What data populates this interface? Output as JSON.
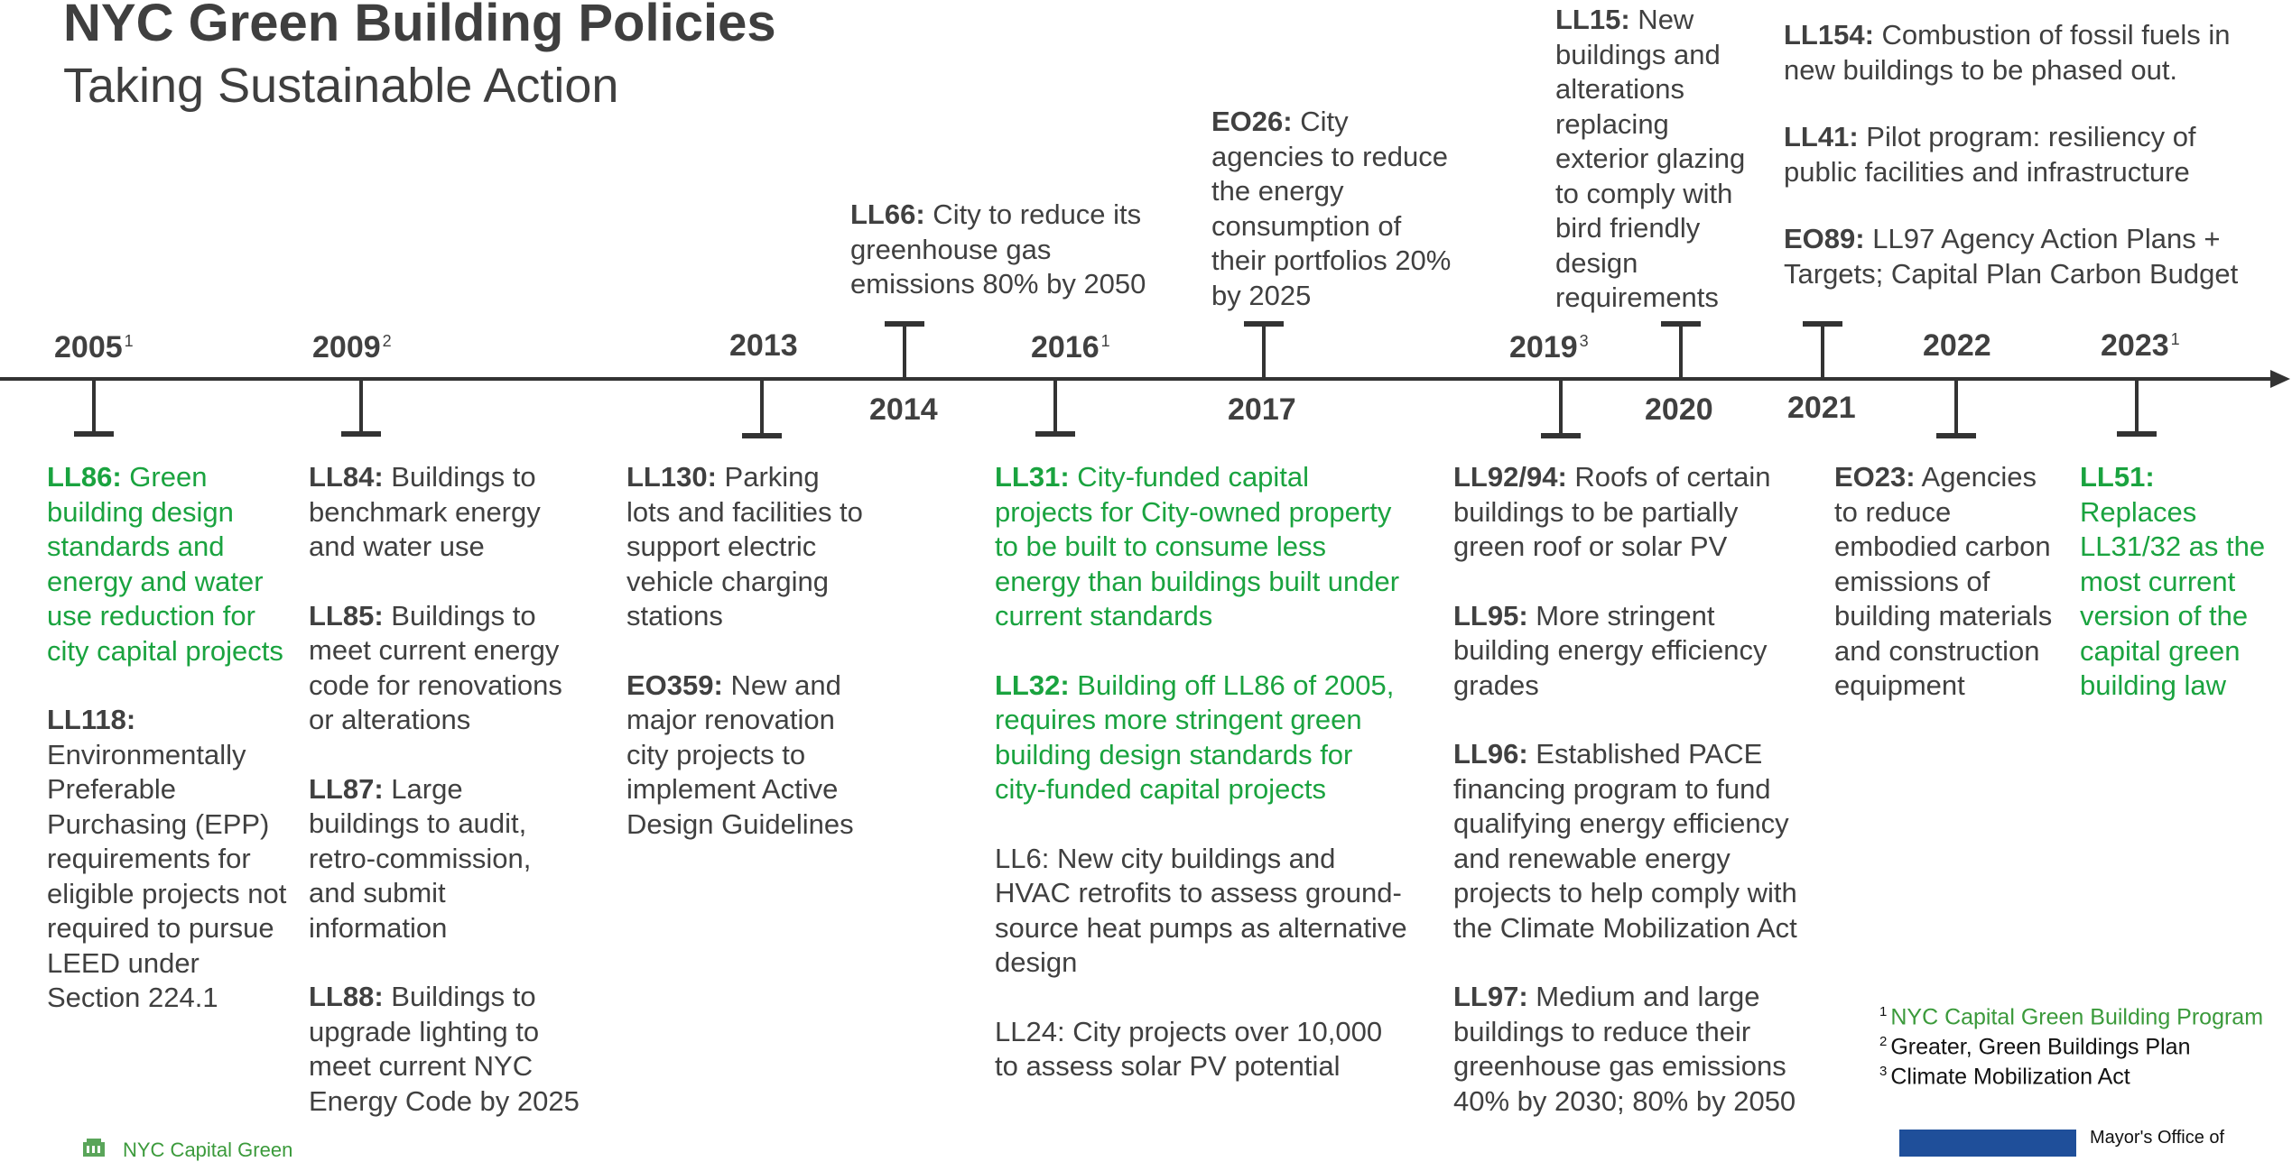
{
  "header": {
    "title": "NYC Green Building Policies",
    "subtitle": "Taking Sustainable Action"
  },
  "timeline": {
    "years": [
      {
        "label": "2005",
        "sup": "1"
      },
      {
        "label": "2009",
        "sup": "2"
      },
      {
        "label": "2013",
        "sup": ""
      },
      {
        "label": "2014",
        "sup": ""
      },
      {
        "label": "2016",
        "sup": "1"
      },
      {
        "label": "2017",
        "sup": ""
      },
      {
        "label": "2019",
        "sup": "3"
      },
      {
        "label": "2020",
        "sup": ""
      },
      {
        "label": "2021",
        "sup": ""
      },
      {
        "label": "2022",
        "sup": ""
      },
      {
        "label": "2023",
        "sup": "1"
      }
    ]
  },
  "notes": {
    "n2005": [
      {
        "code": "LL86:",
        "text": " Green building design standards and energy and water use reduction for city capital projects"
      },
      {
        "code": "LL118:",
        "text": " Environmentally Preferable Purchasing (EPP) requirements for eligible projects not required to pursue LEED under Section 224.1"
      }
    ],
    "n2009": [
      {
        "code": "LL84:",
        "text": " Buildings to benchmark energy and water use"
      },
      {
        "code": "LL85:",
        "text": " Buildings to meet current energy code for renovations or alterations"
      },
      {
        "code": "LL87:",
        "text": " Large buildings to audit, retro-commission, and submit information"
      },
      {
        "code": "LL88:",
        "text": " Buildings to upgrade lighting to meet current NYC Energy Code by 2025"
      }
    ],
    "n2013": [
      {
        "code": "LL130:",
        "text": " Parking lots and facilities to support electric vehicle charging stations"
      },
      {
        "code": "EO359:",
        "text": " New and major renovation city projects to implement Active Design Guidelines"
      }
    ],
    "n2014": [
      {
        "code": "LL66:",
        "text": " City to reduce its greenhouse gas emissions 80% by 2050"
      }
    ],
    "n2016": [
      {
        "code": "LL31:",
        "text": " City-funded capital projects for City-owned property to be built to consume less energy than buildings built under current standards"
      },
      {
        "code": "LL32:",
        "text": " Building off LL86 of 2005, requires more stringent green building design standards for city-funded capital projects"
      },
      {
        "code": "LL6:",
        "text": "  New city buildings and HVAC retrofits to assess ground-source heat pumps as alternative design"
      },
      {
        "code": "LL24:",
        "text": " City projects over 10,000 to assess solar PV potential"
      }
    ],
    "n2017": [
      {
        "code": "EO26:",
        "text": " City agencies to reduce the energy consumption of their portfolios 20% by 2025"
      }
    ],
    "n2019": [
      {
        "code": "LL92/94:",
        "text": " Roofs of certain buildings to be partially green roof or solar PV"
      },
      {
        "code": "LL95:",
        "text": " More stringent building energy efficiency grades"
      },
      {
        "code": "LL96:",
        "text": " Established PACE financing program to fund qualifying energy efficiency and renewable energy projects to help comply with the Climate Mobilization Act"
      },
      {
        "code": "LL97:",
        "text": " Medium and large buildings to reduce their greenhouse gas emissions 40% by 2030; 80% by 2050"
      }
    ],
    "n2020": [
      {
        "code": "LL15:",
        "text": "  New buildings and alterations replacing exterior glazing to comply with bird friendly design requirements"
      }
    ],
    "n2021": [
      {
        "code": "LL154:",
        "text": " Combustion of fossil fuels in new buildings to be phased out."
      },
      {
        "code": "LL41:",
        "text": " Pilot program: resiliency of public facilities and infrastructure"
      },
      {
        "code": "EO89:",
        "text": " LL97 Agency Action Plans + Targets; Capital Plan Carbon Budget"
      }
    ],
    "n2022": [
      {
        "code": "EO23:",
        "text": " Agencies to reduce embodied carbon emissions of building materials and construction equipment"
      }
    ],
    "n2023": [
      {
        "code": "LL51:",
        "text": " Replaces LL31/32 as the most current version of the capital green building law"
      }
    ]
  },
  "footnotes": [
    {
      "num": "1",
      "text": "NYC Capital Green Building Program"
    },
    {
      "num": "2",
      "text": "Greater, Green Buildings Plan"
    },
    {
      "num": "3",
      "text": "Climate Mobilization Act"
    }
  ],
  "footer": {
    "logo_text": "Mayor's Office of",
    "program_text": "NYC Capital Green"
  },
  "colors": {
    "green": "#1aa33f",
    "text": "#404040",
    "axis": "#333333"
  }
}
